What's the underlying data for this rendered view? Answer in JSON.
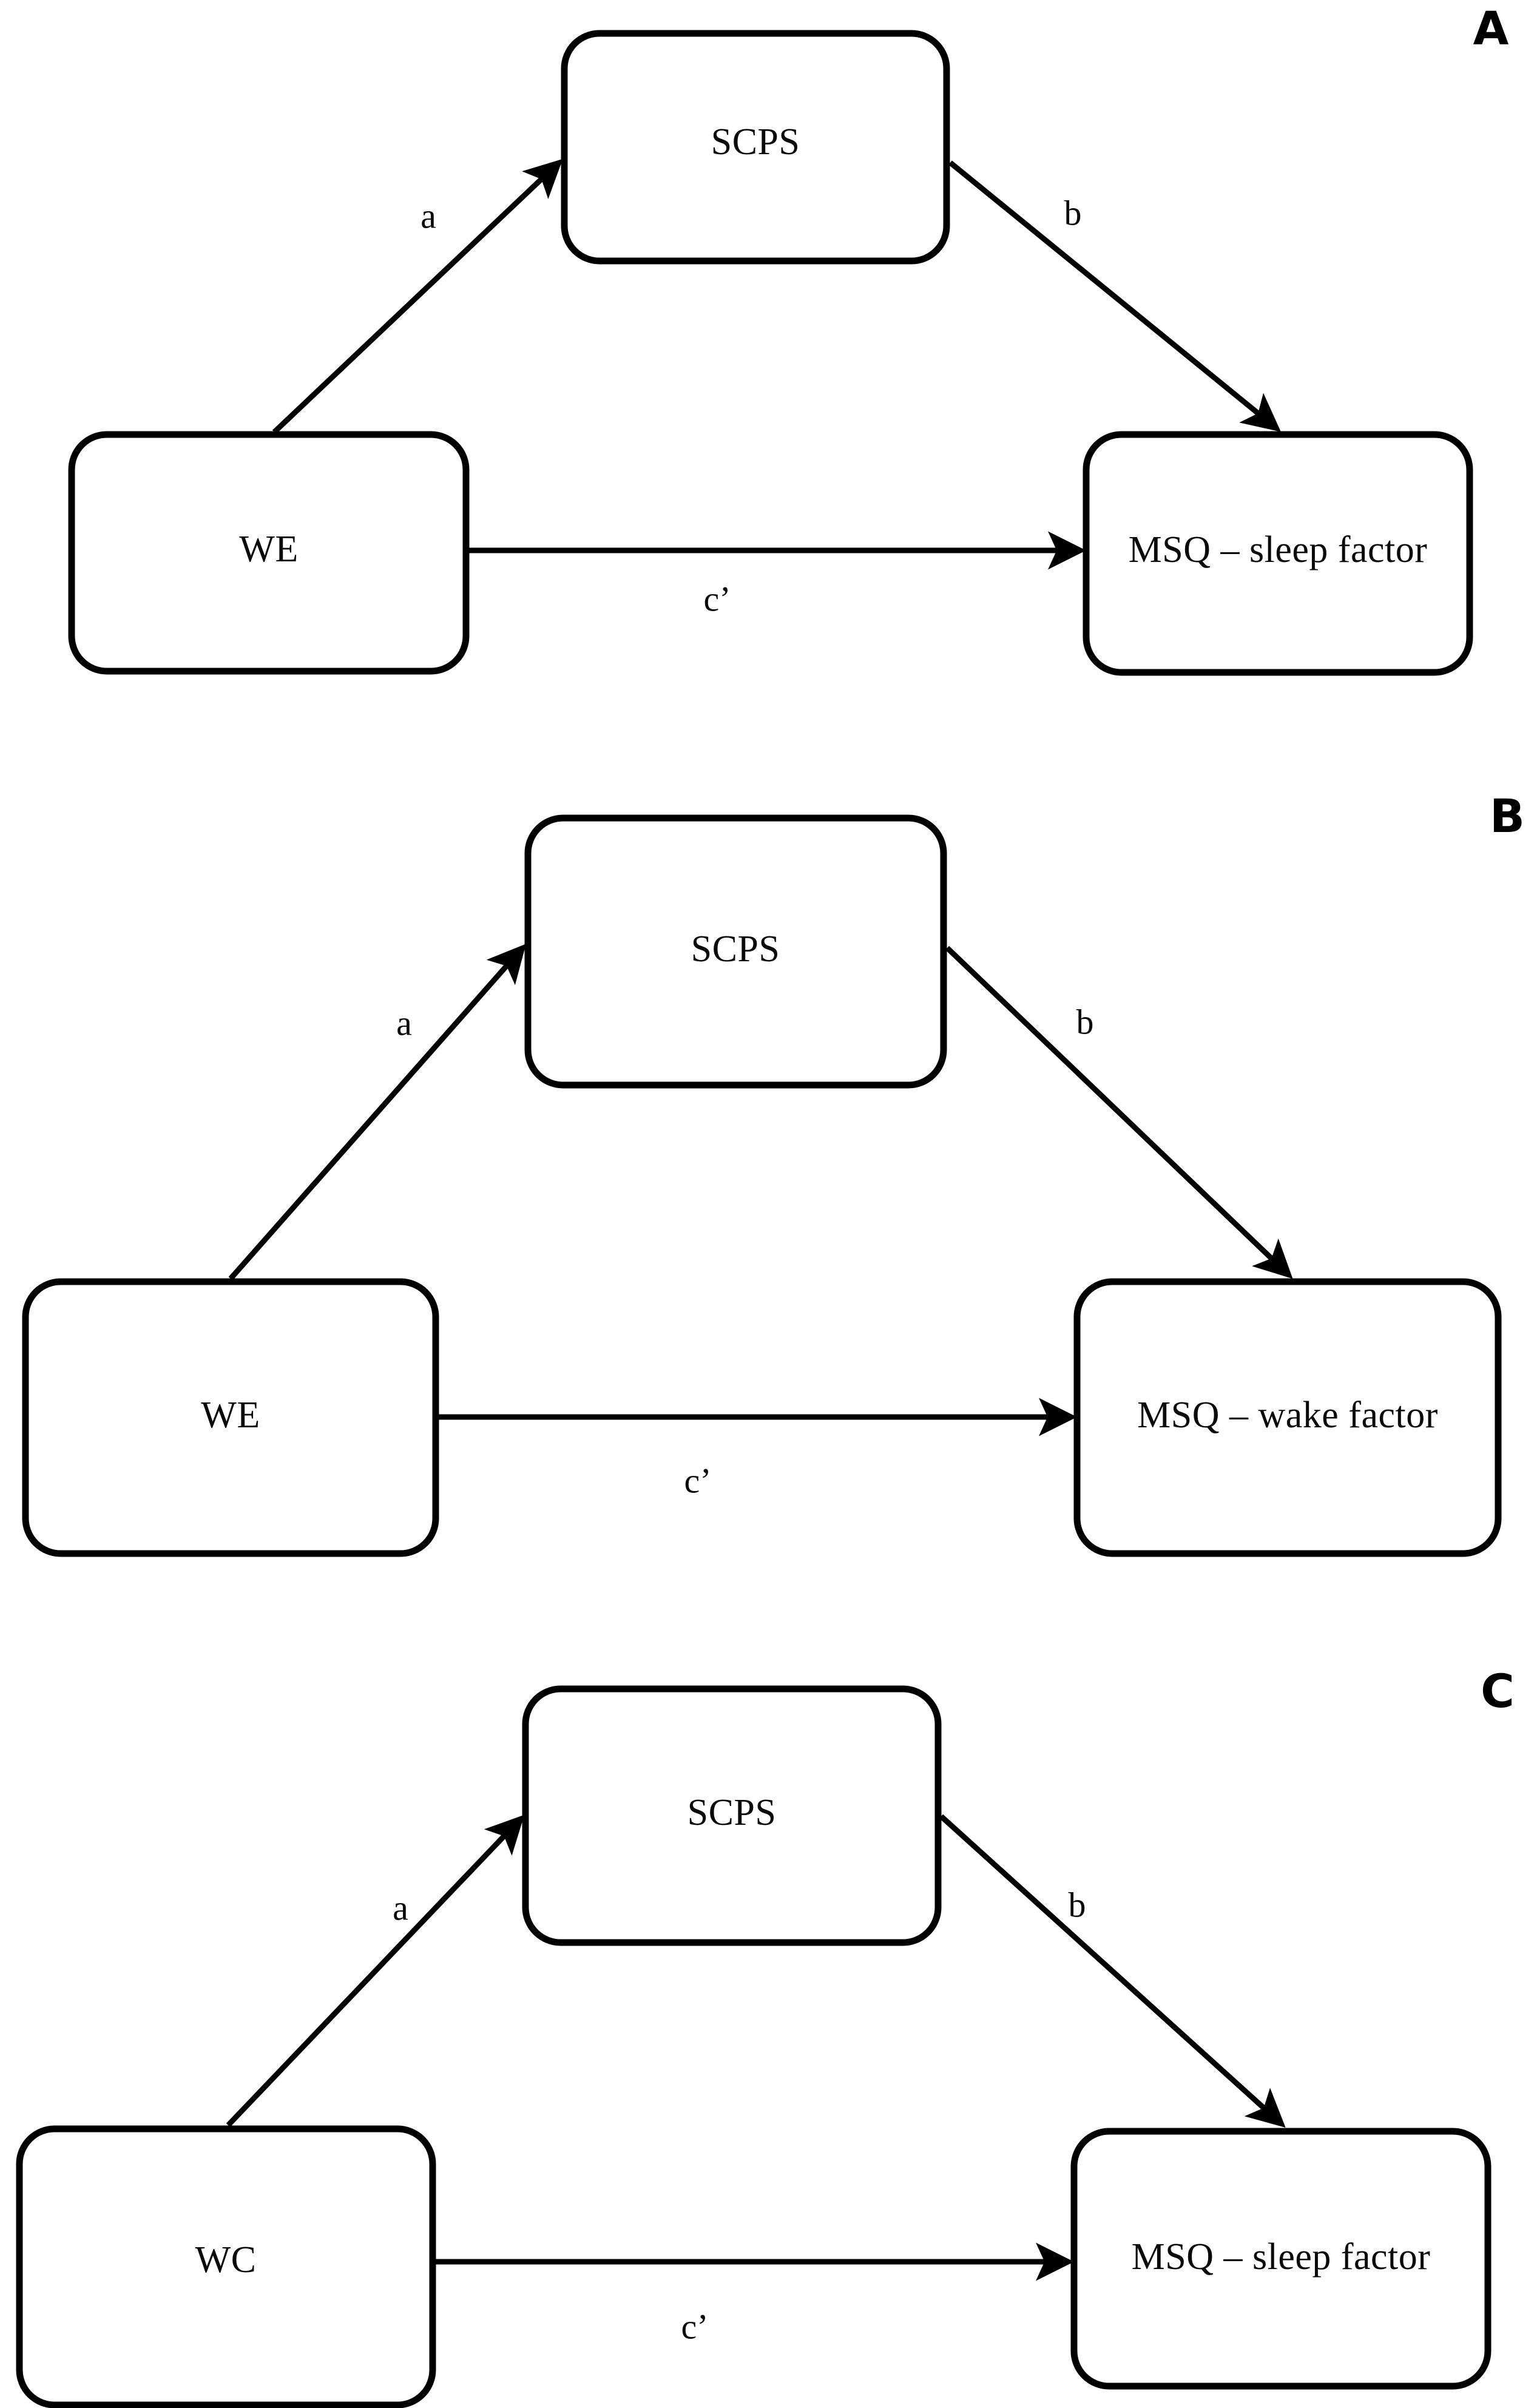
{
  "figure": {
    "type": "mediation-path-diagram",
    "background_color": "#ffffff",
    "line_color": "#000000",
    "text_color": "#0a0a0a",
    "panel_count": 3
  },
  "panels": [
    {
      "letter": "A",
      "mediator": {
        "label": "SCPS"
      },
      "predictor": {
        "label": "WE"
      },
      "outcome": {
        "label": "MSQ – sleep factor"
      },
      "paths": {
        "a": {
          "label": "a",
          "from": "WE",
          "to": "SCPS"
        },
        "b": {
          "label": "b",
          "from": "SCPS",
          "to": "MSQ – sleep factor"
        },
        "c_prime": {
          "label": "c’",
          "from": "WE",
          "to": "MSQ – sleep factor"
        }
      }
    },
    {
      "letter": "B",
      "mediator": {
        "label": "SCPS"
      },
      "predictor": {
        "label": "WE"
      },
      "outcome": {
        "label": "MSQ – wake factor"
      },
      "paths": {
        "a": {
          "label": "a",
          "from": "WE",
          "to": "SCPS"
        },
        "b": {
          "label": "b",
          "from": "SCPS",
          "to": "MSQ – wake factor"
        },
        "c_prime": {
          "label": "c’",
          "from": "WE",
          "to": "MSQ – wake factor"
        }
      }
    },
    {
      "letter": "C",
      "mediator": {
        "label": "SCPS"
      },
      "predictor": {
        "label": "WC"
      },
      "outcome": {
        "label": "MSQ – sleep factor"
      },
      "paths": {
        "a": {
          "label": "a",
          "from": "WC",
          "to": "SCPS"
        },
        "b": {
          "label": "b",
          "from": "SCPS",
          "to": "MSQ – sleep factor"
        },
        "c_prime": {
          "label": "c’",
          "from": "WC",
          "to": "MSQ – sleep factor"
        }
      }
    }
  ]
}
